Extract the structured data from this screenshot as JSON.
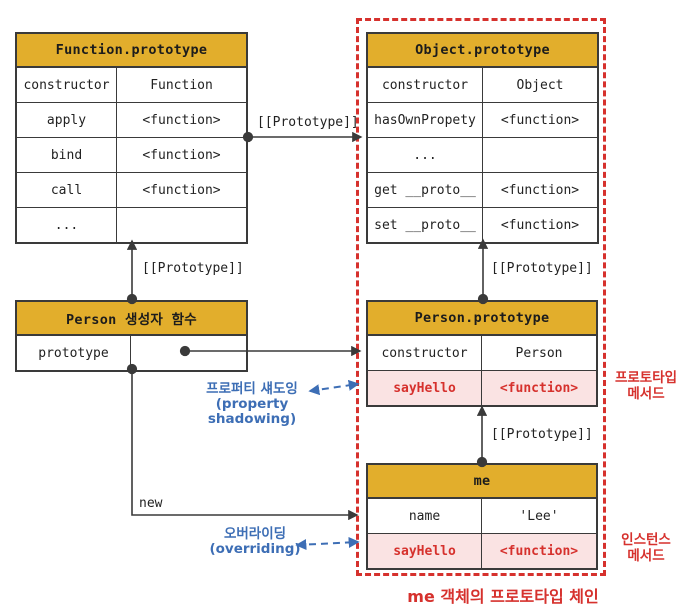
{
  "colors": {
    "header_bg": "#e2ae2c",
    "table_border": "#3a3a3a",
    "highlight_bg": "#fae3e3",
    "red_accent": "#d6312d",
    "blue_accent": "#3d6eb5"
  },
  "tables": {
    "function_prototype": {
      "title": "Function.prototype",
      "rows": [
        {
          "key": "constructor",
          "value": "Function",
          "highlight": false
        },
        {
          "key": "apply",
          "value": "<function>",
          "highlight": false
        },
        {
          "key": "bind",
          "value": "<function>",
          "highlight": false
        },
        {
          "key": "call",
          "value": "<function>",
          "highlight": false
        },
        {
          "key": "...",
          "value": "",
          "highlight": false
        }
      ]
    },
    "object_prototype": {
      "title": "Object.prototype",
      "rows": [
        {
          "key": "constructor",
          "value": "Object",
          "highlight": false
        },
        {
          "key": "hasOwnPropety",
          "value": "<function>",
          "highlight": false
        },
        {
          "key": "...",
          "value": "",
          "highlight": false
        },
        {
          "key": "get __proto__",
          "value": "<function>",
          "highlight": false
        },
        {
          "key": "set __proto__",
          "value": "<function>",
          "highlight": false
        }
      ]
    },
    "person_constructor": {
      "title": "Person 생성자 함수",
      "rows": [
        {
          "key": "prototype",
          "value": "",
          "highlight": false
        }
      ]
    },
    "person_prototype": {
      "title": "Person.prototype",
      "rows": [
        {
          "key": "constructor",
          "value": "Person",
          "highlight": false
        },
        {
          "key": "sayHello",
          "value": "<function>",
          "highlight": true
        }
      ]
    },
    "me": {
      "title": "me",
      "rows": [
        {
          "key": "name",
          "value": "'Lee'",
          "highlight": false
        },
        {
          "key": "sayHello",
          "value": "<function>",
          "highlight": true
        }
      ]
    }
  },
  "labels": {
    "prototype_link": "[[Prototype]]",
    "new_keyword": "new",
    "property_shadowing_ko": "프로퍼티 섀도잉",
    "property_shadowing_en": "(property shadowing)",
    "overriding_ko": "오버라이딩",
    "overriding_en": "(overriding)",
    "prototype_method_line1": "프로토타입",
    "prototype_method_line2": "메서드",
    "instance_method_line1": "인스턴스",
    "instance_method_line2": "메서드",
    "chain_caption": "me 객체의 프로토타입 체인"
  }
}
